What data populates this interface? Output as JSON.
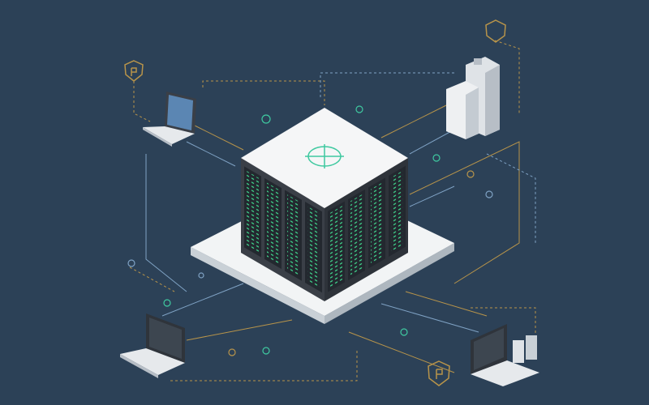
{
  "colors": {
    "background": "#2c4157",
    "platform": "#f2f4f5",
    "platform_edge": "#c9d0d6",
    "cube_top": "#f5f6f7",
    "rack_dark": "#3a3f47",
    "rack_panel": "#23282f",
    "led_green": "#3fd28a",
    "line_amber": "#b8944a",
    "line_blue": "#7fa2c4",
    "icon_teal": "#3fc9a0"
  },
  "icons": [
    "server-cube",
    "laptop",
    "office-building",
    "shield",
    "dollar-coin",
    "target-crosshair"
  ]
}
